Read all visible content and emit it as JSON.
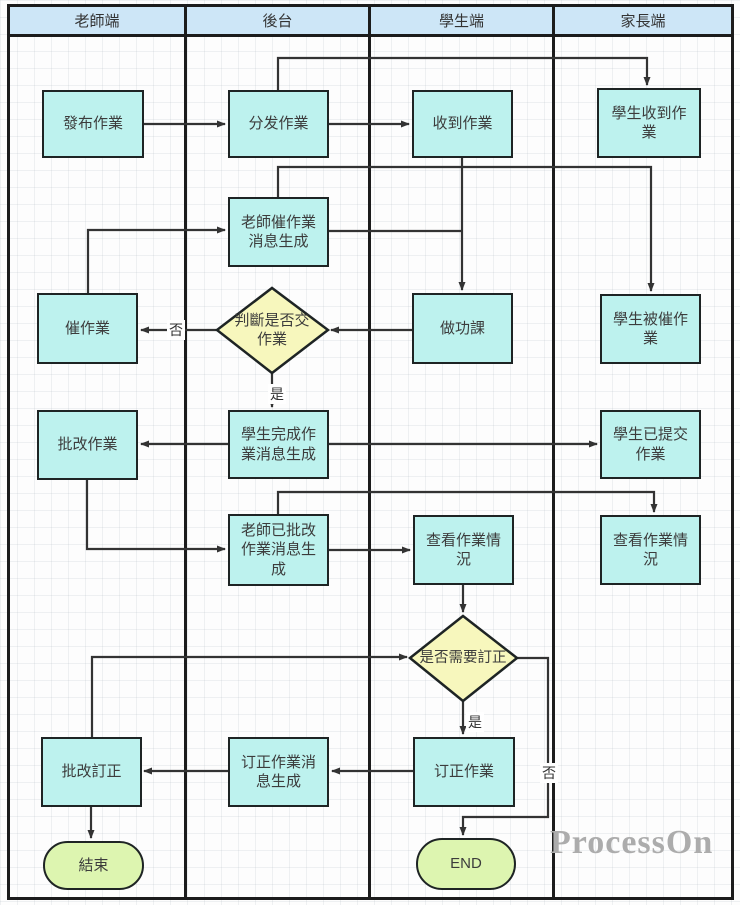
{
  "lanes": [
    "老師端",
    "後台",
    "學生端",
    "家長端"
  ],
  "nodes": {
    "publish": "發布作業",
    "distribute": "分发作業",
    "receive": "收到作業",
    "parent_receive": "學生收到作業",
    "remind_msg": "老師催作業消息生成",
    "urge": "催作業",
    "check_submit": "判斷是否交作業",
    "homework": "做功課",
    "parent_urged": "學生被催作業",
    "grade": "批改作業",
    "done_msg": "學生完成作業消息生成",
    "parent_submitted": "學生已提交作業",
    "graded_msg": "老師已批改作業消息生成",
    "view_student": "查看作業情況",
    "view_parent": "查看作業情況",
    "need_fix": "是否需要訂正",
    "fix": "订正作業",
    "fix_msg": "订正作業消息生成",
    "regrade": "批改訂正",
    "end_teacher": "結束",
    "end_student": "END"
  },
  "edge_labels": {
    "decision1_no": "否",
    "decision1_yes": "是",
    "decision2_yes": "是",
    "decision2_no": "否"
  },
  "watermark": "ProcessOn",
  "colors": {
    "header_fill": "#cde6f7",
    "process_fill": "#bdf2ee",
    "decision_fill": "#f7f7bd",
    "terminal_fill": "#ddf5b0",
    "shape_border": "#1e2424",
    "line_color": "#333333",
    "lane_border": "#1c1c1c",
    "watermark_color": "#acacac"
  }
}
